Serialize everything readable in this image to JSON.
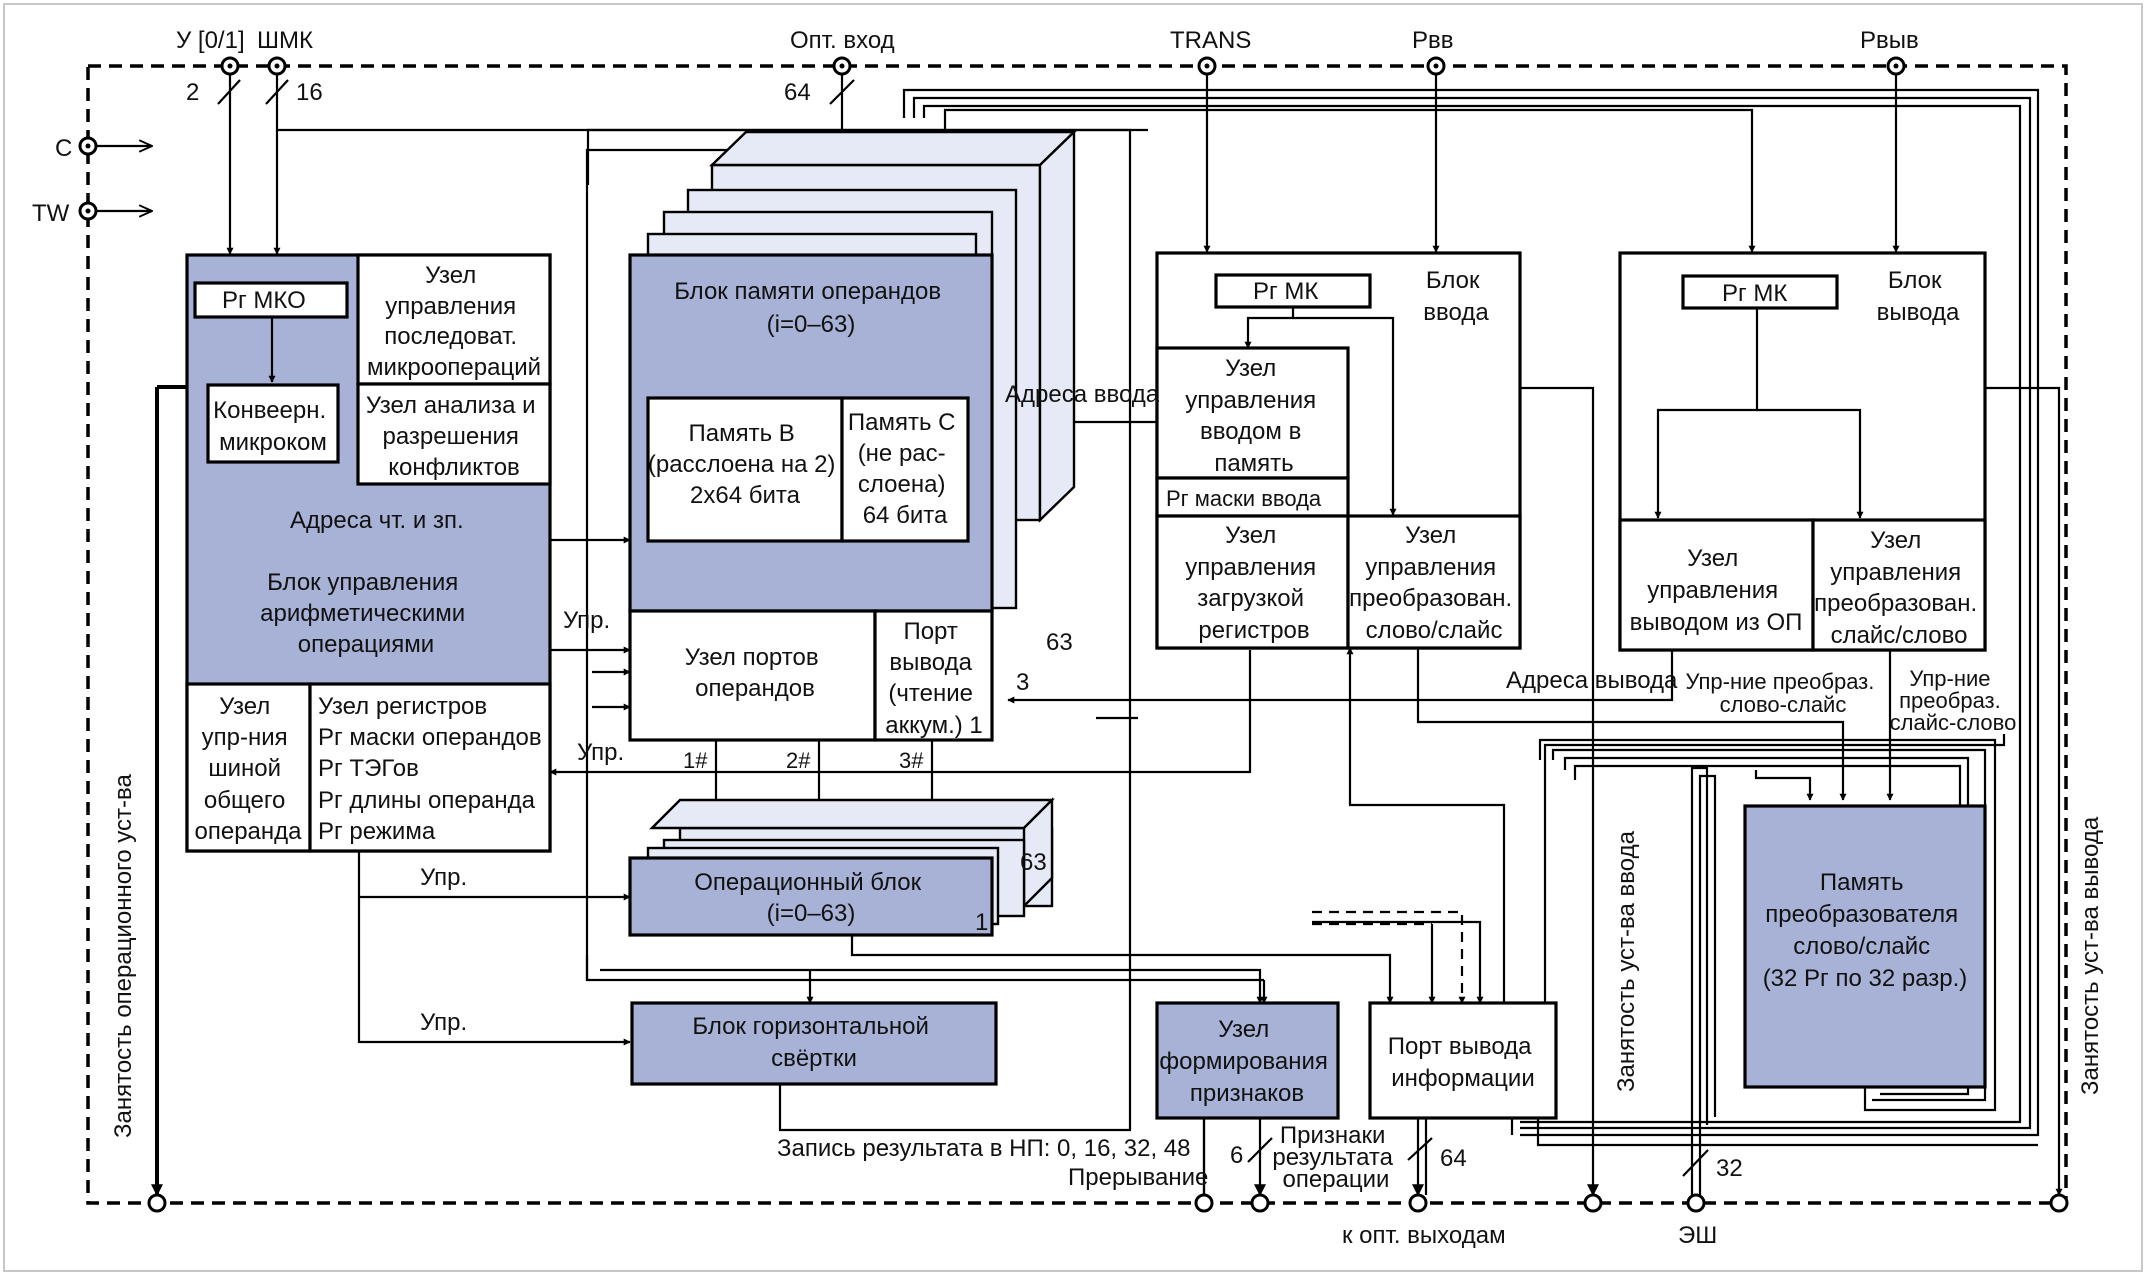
{
  "pins_top": {
    "u01": "У [0/1]",
    "shmk": "ШМК",
    "opt_in": "Опт. вход",
    "trans": "TRANS",
    "rvv": "Рвв",
    "rvyv": "Рвыв"
  },
  "pins_left": {
    "c": "C",
    "tw": "TW"
  },
  "bus_widths": {
    "u01": "2",
    "shmk": "16",
    "opt_in": "64",
    "pr": "6",
    "out64": "64",
    "esh": "32"
  },
  "pins_bottom": {
    "interrupt": "Прерывание",
    "opt_out": "к опт. выходам",
    "esh": "ЭШ",
    "features": [
      "Признаки",
      "результата",
      "операции"
    ]
  },
  "ctrl_block": {
    "rg_mko": "Рг МКО",
    "conveyor": [
      "Конвеерн.",
      "микроком"
    ],
    "seq_node": [
      "Узел",
      "управления",
      "последоват.",
      "микроопераций"
    ],
    "conflict_node": [
      "Узел анализа и",
      "разрешения",
      "конфликтов"
    ],
    "addr_rw": "Адреса чт. и зп.",
    "title": [
      "Блок управления",
      "арифметическими",
      "операциями"
    ],
    "bus_node": [
      "Узел",
      "упр-ния",
      "шиной",
      "общего",
      "операнда"
    ],
    "reg_node": [
      "Узел регистров",
      "Рг маски операндов",
      "Рг ТЭГов",
      "Рг длины операнда",
      "Рг режима"
    ]
  },
  "memory_block": {
    "title": [
      "Блок памяти операндов",
      "(i=0–63)"
    ],
    "mem_b": [
      "Память В",
      "(расслоена на 2)",
      "2x64 бита"
    ],
    "mem_c": [
      "Память С",
      "(не рас-",
      "слоена)",
      "64 бита"
    ],
    "ports_node": [
      "Узел портов",
      "операндов"
    ],
    "out_port": [
      "Порт",
      "вывода",
      "(чтение",
      "аккум.) 1"
    ],
    "layer_63": "63",
    "layer_3": "3"
  },
  "operands": [
    "1#",
    "2#",
    "3#"
  ],
  "op_block": {
    "title": [
      "Операционный блок",
      "(i=0–63)"
    ],
    "layer_63": "63",
    "layer_1": "1"
  },
  "hconv_block": [
    "Блок горизонтальной",
    "свёртки"
  ],
  "write_result": "Запись результата в НП: 0, 16, 32, 48",
  "upr_labels": {
    "u1": "Упр.",
    "u2": "Упр.",
    "u3": "Упр.",
    "u4": "Упр."
  },
  "input_block": {
    "rg_mk": "Рг МК",
    "title": [
      "Блок",
      "ввода"
    ],
    "mem_ctrl": [
      "Узел",
      "управления",
      "вводом в",
      "память"
    ],
    "mask": "Рг маски ввода",
    "load_ctrl": [
      "Узел",
      "управления",
      "загрузкой",
      "регистров"
    ],
    "conv": [
      "Узел",
      "управления",
      "преобразован.",
      "слово/слайс"
    ],
    "addr_in": "Адреса ввода"
  },
  "output_block": {
    "rg_mk": "Рг МК",
    "title": [
      "Блок",
      "вывода"
    ],
    "out_ctrl": [
      "Узел",
      "управления",
      "выводом из ОП"
    ],
    "conv": [
      "Узел",
      "управления",
      "преобразован.",
      "слайс/слово"
    ],
    "addr_out": "Адреса вывода",
    "ctrl_ws": [
      "Упр-ние преобраз.",
      "слово-слайс"
    ],
    "ctrl_sw": [
      "Упр-ние",
      "преобраз.",
      "слайс-слово"
    ]
  },
  "features_node": [
    "Узел",
    "формирования",
    "признаков"
  ],
  "info_port": [
    "Порт вывода",
    "информации"
  ],
  "conv_memory": [
    "Память",
    "преобразователя",
    "слово/слайс",
    "(32 Рг по 32 разр.)"
  ],
  "busy_labels": {
    "op": "Занятость операционного уст-ва",
    "in": "Занятость уст-ва ввода",
    "out": "Занятость уст-ва вывода"
  }
}
